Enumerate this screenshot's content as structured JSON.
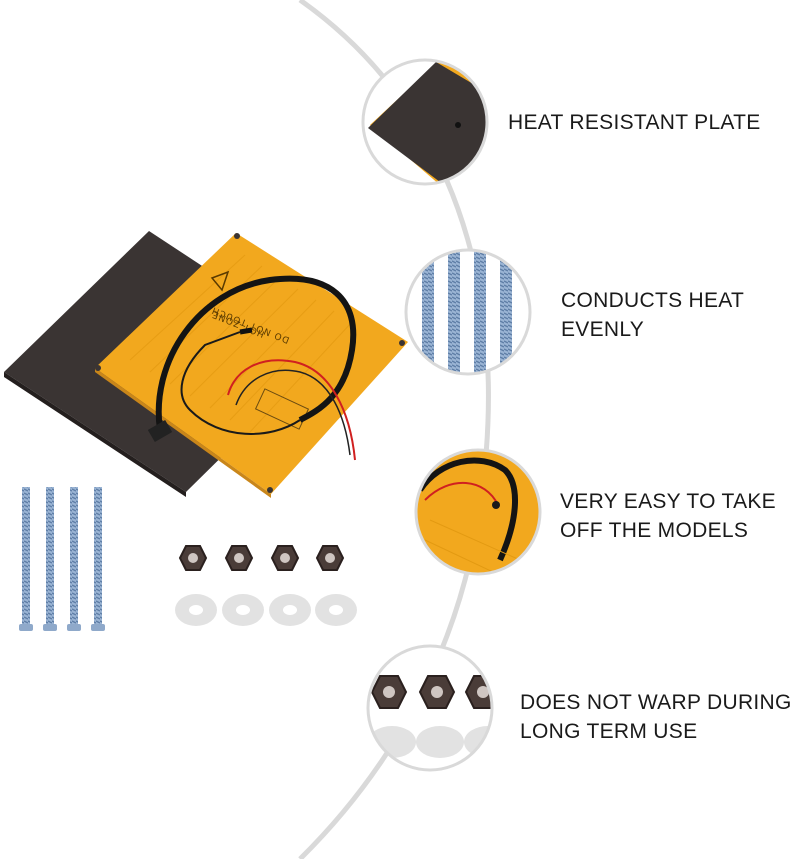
{
  "features": [
    {
      "id": "heat-resistant-plate",
      "text": "HEAT RESISTANT PLATE"
    },
    {
      "id": "conducts-heat-evenly",
      "text": "CONDUCTS HEAT\nEVENLY"
    },
    {
      "id": "easy-remove-models",
      "text": "VERY EASY TO TAKE\nOFF THE MODELS"
    },
    {
      "id": "no-warp",
      "text": "DOES NOT WARP DURING\nLONG TERM USE"
    }
  ],
  "heatbed_print": {
    "line1": "HOT ZONE",
    "line2": "DO NOT TOUCH !"
  },
  "colors": {
    "plate_yellow": "#f2a81e",
    "plate_dark": "#3a3433",
    "screw": "#8aa6c8",
    "nut": "#4a3c38",
    "washer": "#dcdcdc",
    "arc": "#d9d9d9"
  },
  "counts": {
    "screws": 4,
    "nuts": 4,
    "washers": 4
  }
}
